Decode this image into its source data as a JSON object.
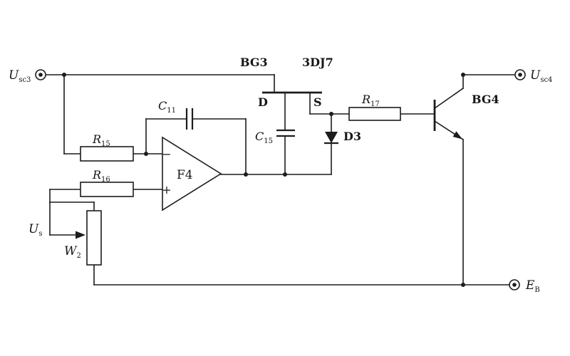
{
  "scene": {
    "kind": "scanned analog circuit schematic",
    "background_color": "#ffffff",
    "ink_color": "#1c1c1c"
  },
  "terminals": {
    "usc3": {
      "base": "U",
      "sub": "sc3"
    },
    "usc4": {
      "base": "U",
      "sub": "sc4"
    },
    "eb": {
      "base": "E",
      "sub": "B"
    }
  },
  "sources": {
    "us": {
      "base": "U",
      "sub": "s"
    }
  },
  "transistors": {
    "bg3": {
      "name": "BG3",
      "model": "3DJ7",
      "drain": "D",
      "source": "S"
    },
    "bg4": {
      "name": "BG4"
    }
  },
  "resistors": {
    "r15": {
      "base": "R",
      "sub": "15"
    },
    "r16": {
      "base": "R",
      "sub": "16"
    },
    "r17": {
      "base": "R",
      "sub": "17"
    }
  },
  "capacitors": {
    "c11": {
      "base": "C",
      "sub": "11"
    },
    "c15": {
      "base": "C",
      "sub": "15"
    }
  },
  "diode": {
    "d3": "D3"
  },
  "potentiometer": {
    "w2": {
      "base": "W",
      "sub": "2"
    }
  },
  "opamp": {
    "name": "F4",
    "inverting": "−",
    "noninverting": "+"
  }
}
